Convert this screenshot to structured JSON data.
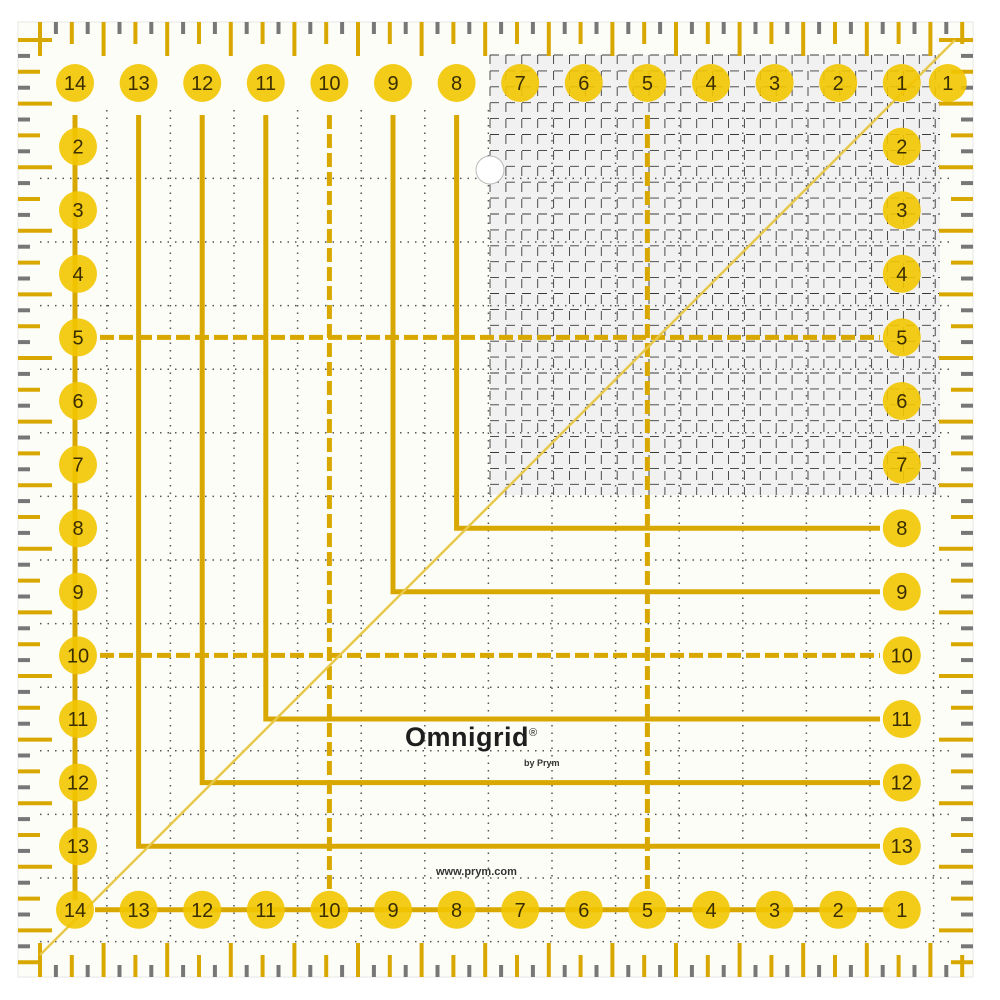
{
  "product": {
    "brand": "Omnigrid",
    "registered": "®",
    "maker": "by Prym",
    "website": "www.prym.com"
  },
  "scales": {
    "top": [
      "14",
      "13",
      "12",
      "11",
      "10",
      "9",
      "8",
      "7",
      "6",
      "5",
      "4",
      "3",
      "2",
      "1"
    ],
    "bottom": [
      "14",
      "13",
      "12",
      "11",
      "10",
      "9",
      "8",
      "7",
      "6",
      "5",
      "4",
      "3",
      "2",
      "1"
    ],
    "left": [
      "2",
      "3",
      "4",
      "5",
      "6",
      "7",
      "8",
      "9",
      "10",
      "11",
      "12",
      "13"
    ],
    "right": [
      "1",
      "2",
      "3",
      "4",
      "5",
      "6",
      "7",
      "8",
      "9",
      "10",
      "11",
      "12",
      "13"
    ]
  },
  "colors": {
    "accent": "#f2c500",
    "line": "#d9a800",
    "dark_grid": "#3a3a3a",
    "text": "#3a2e00"
  }
}
